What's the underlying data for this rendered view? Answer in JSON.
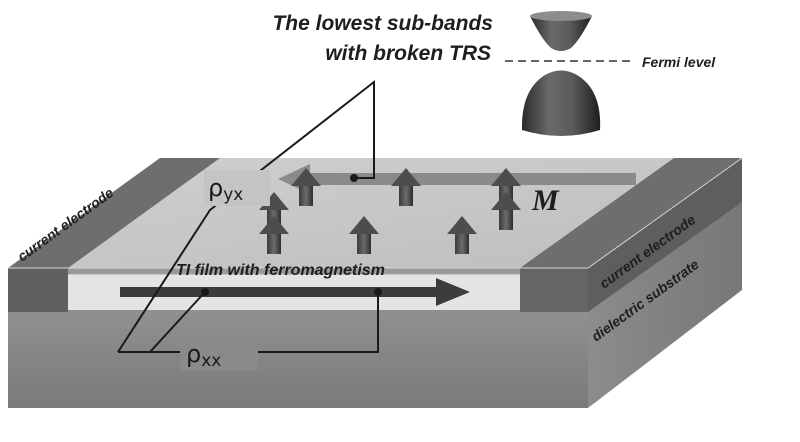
{
  "diagram": {
    "title_line1": "The lowest sub-bands",
    "title_line2": "with broken TRS",
    "fermi_label": "Fermi level",
    "magnetization_label": "M",
    "film_label": "TI film with ferromagnetism",
    "left_electrode_label": "current electrode",
    "right_electrode_label": "current electrode",
    "substrate_label": "dielectric substrate",
    "rho_yx": {
      "symbol": "ρ",
      "subscript": "yx"
    },
    "rho_xx": {
      "symbol": "ρ",
      "subscript": "xx"
    },
    "spin_arrow_count": 8
  },
  "colors": {
    "substrate_side": "#8a8a8a",
    "substrate_top": "#c9c9c9",
    "electrode_top": "#6e6e6e",
    "film": "#e4e4e4",
    "arrow": "#4a4a4a"
  }
}
